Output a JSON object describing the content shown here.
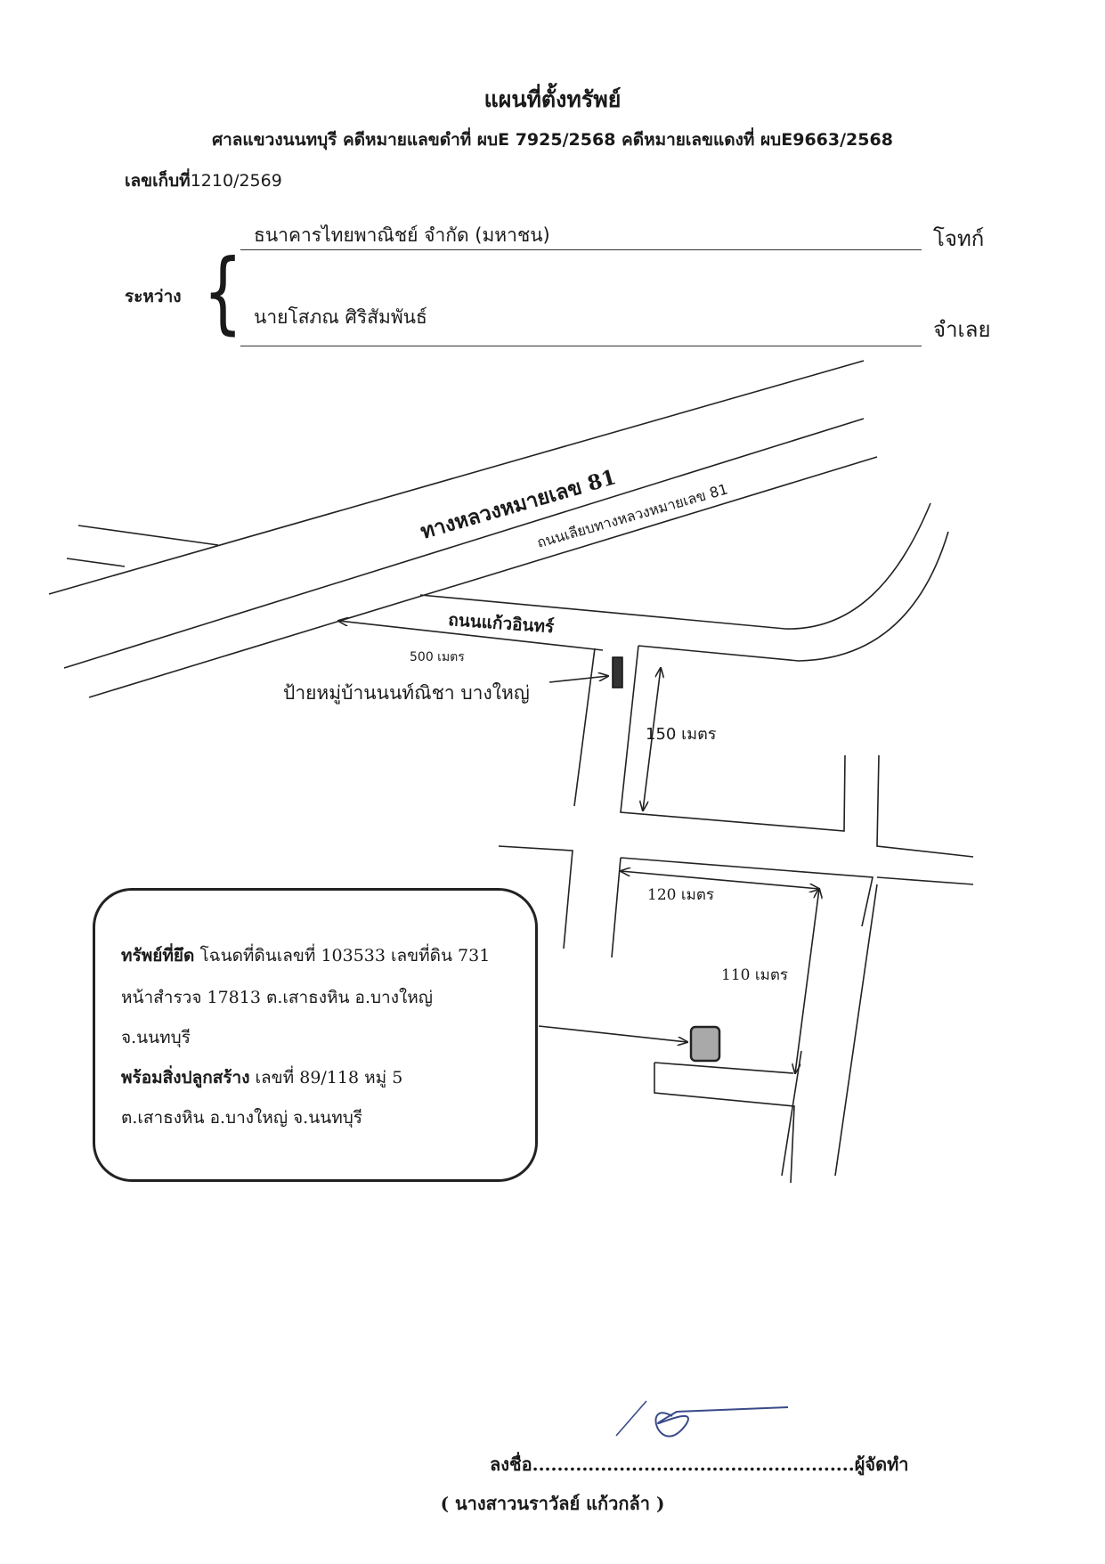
{
  "header": {
    "title": "แผนที่ตั้งทรัพย์",
    "court_line": "ศาลแขวงนนทบุรี คดีหมายแลขดำที่ ผบE 7925/2568  คดีหมายเลขแดงที่ ผบE9663/2568",
    "filing_label": "เลขเก็บที่",
    "filing_number": "1210/2569"
  },
  "parties": {
    "between_label": "ระหว่าง",
    "plaintiff_name": "ธนาคารไทยพาณิชย์ จำกัด (มหาชน)",
    "plaintiff_role": "โจทก์",
    "defendant_name": "นายโสภณ  ศิริสัมพันธ์",
    "defendant_role": "จำเลย"
  },
  "map": {
    "highway_label": "ทางหลวงหมายเลข  81",
    "frontage_road_label": "ถนนเลียบทางหลวงหมายเลข 81",
    "street_label": "ถนนแก้วอินทร์",
    "distance_500": "500 เมตร",
    "sign_label": "ป้ายหมู่บ้านนนท์ณิชา บางใหญ่",
    "distance_150": "150 เมตร",
    "distance_120": "120 เมตร",
    "distance_110": "110 เมตร",
    "property_fill_color": "#a9a9a9",
    "sign_fill_color": "#333333"
  },
  "property": {
    "seized_label": "ทรัพย์ที่ยึด",
    "seized_text": "โฉนดที่ดินเลขที่ 103533 เลขที่ดิน 731",
    "line2": "หน้าสำรวจ 17813 ต.เสาธงหิน อ.บางใหญ่",
    "line3": "จ.นนทบุรี",
    "building_label": "พร้อมสิ่งปลูกสร้าง",
    "building_text": "เลขที่ 89/118  หมู่ 5",
    "line5": "ต.เสาธงหิน อ.บางใหญ่ จ.นนทบุรี"
  },
  "signature": {
    "sign_label": "ลงชื่อ",
    "dots": "....................................................",
    "role": "ผู้จัดทำ",
    "name": "( นางสาวนราวัลย์ แก้วกล้า )"
  }
}
